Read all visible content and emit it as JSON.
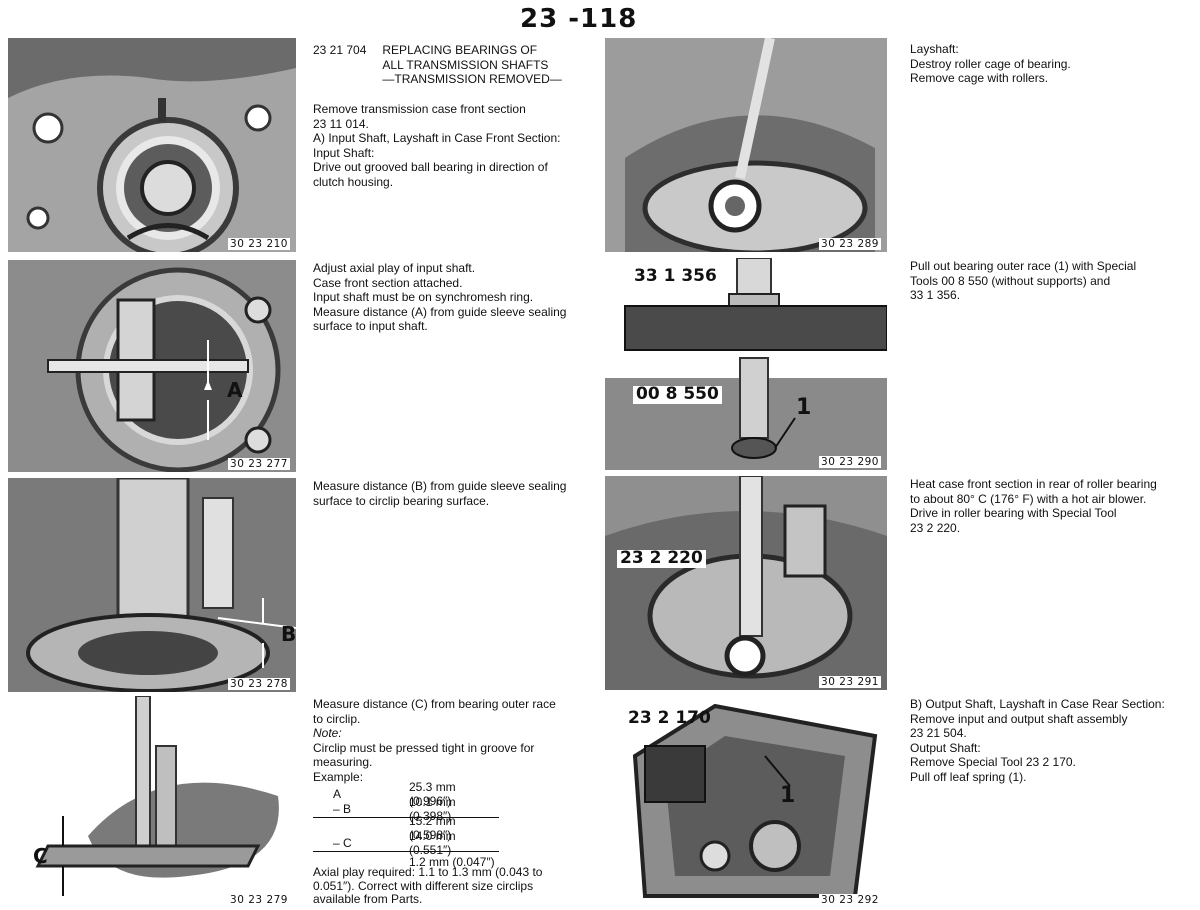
{
  "page": {
    "number": "23 -118"
  },
  "figures": [
    {
      "id": "30 23 210",
      "callouts": []
    },
    {
      "id": "30 23 277",
      "callouts": [
        "A"
      ]
    },
    {
      "id": "30 23 278",
      "callouts": [
        "B"
      ]
    },
    {
      "id": "30 23 279",
      "callouts": [
        "C"
      ]
    },
    {
      "id": "30 23 289",
      "callouts": []
    },
    {
      "id": "30 23 290",
      "callouts": [
        "33 1 356",
        "00 8 550",
        "1"
      ]
    },
    {
      "id": "30 23 291",
      "callouts": [
        "23 2 220"
      ]
    },
    {
      "id": "30 23 292",
      "callouts": [
        "23 2 170",
        "1"
      ]
    }
  ],
  "sections": {
    "s1": {
      "code": "23 21 704",
      "title": [
        "REPLACING BEARINGS OF",
        "ALL TRANSMISSION SHAFTS",
        "—TRANSMISSION REMOVED—"
      ],
      "lines": [
        "Remove transmission case front section",
        "23 11 014.",
        "A) Input Shaft, Layshaft in Case Front Section:",
        "Input Shaft:",
        "Drive out grooved ball bearing in direction of",
        "clutch housing."
      ]
    },
    "s2": {
      "lines": [
        "Adjust axial play of input shaft.",
        "Case front section attached.",
        "Input shaft must be on synchromesh ring.",
        "Measure distance (A) from guide sleeve sealing",
        "surface to input shaft."
      ]
    },
    "s3": {
      "lines": [
        "Measure distance (B) from guide sleeve sealing",
        "surface to circlip bearing surface."
      ]
    },
    "s4": {
      "lines": [
        "Measure distance (C) from bearing outer race",
        "to circlip."
      ],
      "note_label": "Note:",
      "note_lines": [
        "Circlip must be pressed tight in groove for",
        "measuring."
      ],
      "example_label": "Example:",
      "calc": [
        {
          "label": "A",
          "value": "25.3 mm (0.996″)"
        },
        {
          "label": "– B",
          "value": "10.1 mm (0.398″)"
        },
        {
          "label": "",
          "value": "15.2 mm (0.598″)"
        },
        {
          "label": "– C",
          "value": "14.0 mm (0.551″)"
        },
        {
          "label": "",
          "value": "1.2 mm (0.047″)"
        }
      ],
      "footer_lines": [
        "Axial play required: 1.1 to 1.3 mm (0.043 to",
        "0.051″). Correct with different size circlips",
        "available from Parts."
      ]
    },
    "s5": {
      "lines": [
        "Layshaft:",
        "Destroy roller cage of bearing.",
        "Remove cage with rollers."
      ]
    },
    "s6": {
      "lines": [
        "Pull out bearing outer race (1) with Special",
        "Tools 00 8 550 (without supports) and",
        "33 1 356."
      ]
    },
    "s7": {
      "lines": [
        "Heat case front section in rear of roller bearing",
        "to about 80° C (176° F) with a hot air blower.",
        "Drive in roller bearing with Special Tool",
        "23 2 220."
      ]
    },
    "s8": {
      "lines": [
        "B) Output Shaft, Layshaft in Case Rear Section:",
        "Remove input and output shaft assembly",
        "23 21 504.",
        "Output Shaft:",
        "Remove Special Tool 23 2 170.",
        "Pull off leaf spring (1)."
      ]
    }
  }
}
